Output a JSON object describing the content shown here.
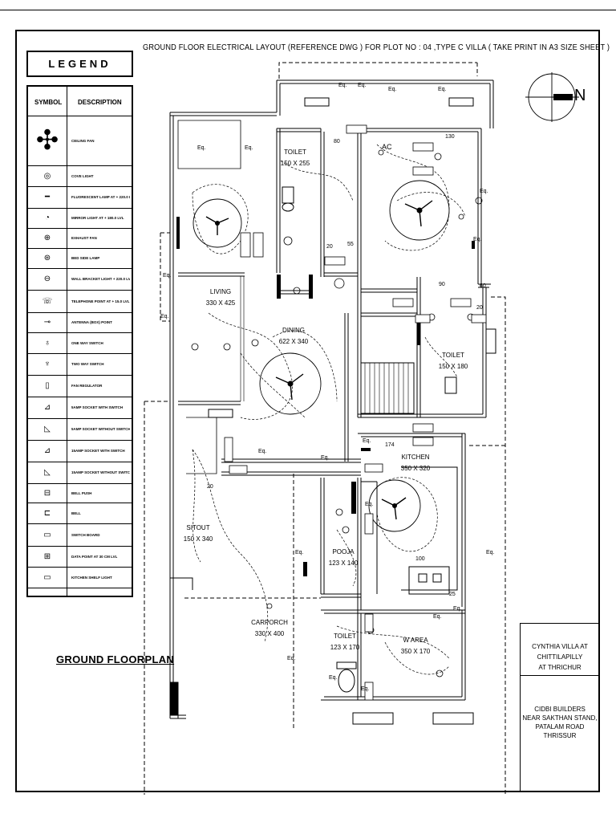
{
  "sheet": {
    "title": "GROUND FLOOR   ELECTRICAL LAYOUT (REFERENCE DWG ) FOR PLOT NO : 04 ,TYPE C VILLA  ( TAKE PRINT IN A3 SIZE SHEET )",
    "north": "N",
    "plan_label": "GROUND FLOORPLAN"
  },
  "legend": {
    "title": "LEGEND",
    "col_symbol": "SYMBOL",
    "col_description": "DESCRIPTION",
    "items": [
      {
        "icon": "ceiling-fan-icon",
        "description": "CEILING FAN"
      },
      {
        "icon": "cove-light-icon",
        "description": "COVE LIGHT"
      },
      {
        "icon": "fluorescent-lamp-icon",
        "description": "FLUORESCENT LAMP  AT + 220.0 LVL"
      },
      {
        "icon": "mirror-light-icon",
        "description": "MIRROR LIGHT AT + 180.0 LVL"
      },
      {
        "icon": "exhaust-fan-icon",
        "description": "EXHAUST FAN"
      },
      {
        "icon": "bedside-lamp-icon",
        "description": "BED SIDE LAMP"
      },
      {
        "icon": "wall-bracket-light-icon",
        "description": "WALL BRACKET LIGHT  + 220.0  LVL"
      },
      {
        "icon": "telephone-point-icon",
        "description": "TELEPHONE POINT AT + 15.0 LVL"
      },
      {
        "icon": "antenna-point-icon",
        "description": "ANTENNA (BOX) POINT"
      },
      {
        "icon": "one-way-switch-icon",
        "description": "ONE WAY SWITCH"
      },
      {
        "icon": "two-way-switch-icon",
        "description": "TWO WAY SWITCH"
      },
      {
        "icon": "fan-regulator-icon",
        "description": "FAN REGULATOR"
      },
      {
        "icon": "5amp-socket-switch-icon",
        "description": "5AMP SOCKET WITH SWITCH"
      },
      {
        "icon": "5amp-socket-no-switch-icon",
        "description": "5AMP SOCKET WITHOUT SWITCH"
      },
      {
        "icon": "15amp-socket-switch-icon",
        "description": "15AMP SOCKET WITH SWITCH"
      },
      {
        "icon": "15amp-socket-no-switch-icon",
        "description": "15AMP SOCKET WITHOUT SWITCH"
      },
      {
        "icon": "bell-push-icon",
        "description": "BELL PUSH"
      },
      {
        "icon": "bell-icon",
        "description": "BELL"
      },
      {
        "icon": "switch-board-icon",
        "description": "SWITCH BOARD"
      },
      {
        "icon": "data-point-icon",
        "description": "DATA POINT AT 30 CM LVL"
      },
      {
        "icon": "kitchen-shelf-light-icon",
        "description": "KITCHEN SHELF LIGHT"
      }
    ]
  },
  "rooms": [
    {
      "name": "TOILET",
      "size": "150 X 255"
    },
    {
      "name": "LIVING",
      "size": "330 X 425"
    },
    {
      "name": "DINING",
      "size": "622 X 340"
    },
    {
      "name": "TOILET",
      "size": "150 X 180"
    },
    {
      "name": "KITCHEN",
      "size": "350 X 320"
    },
    {
      "name": "SITOUT",
      "size": "150 X 340"
    },
    {
      "name": "POOJA",
      "size": "123 X 140"
    },
    {
      "name": "CARPORCH",
      "size": "330 X 400"
    },
    {
      "name": "TOILET",
      "size": "123 X 170"
    },
    {
      "name": "W AREA",
      "size": "350 X 170"
    }
  ],
  "annotations": {
    "eq": "Eq.",
    "ac": "AC",
    "dims": [
      "80",
      "130",
      "20",
      "55",
      "90",
      "60",
      "20",
      "174",
      "100",
      "25",
      "20"
    ]
  },
  "title_block": {
    "project_line1": "CYNTHIA VILLA AT CHITTILAPILLY",
    "project_line2": "AT THRICHUR",
    "builder_lines": [
      "CIDBI BUILDERS",
      "NEAR SAKTHAN STAND,",
      "PATALAM ROAD",
      "THRISSUR"
    ]
  },
  "colors": {
    "ink": "#000000",
    "paper": "#ffffff"
  }
}
